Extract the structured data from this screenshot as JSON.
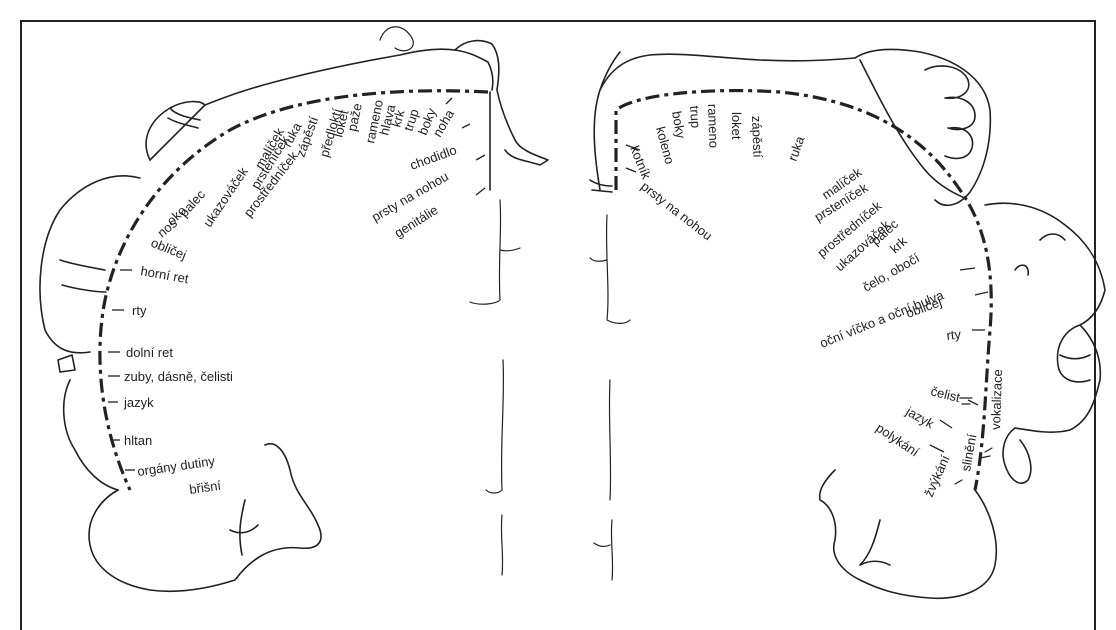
{
  "sensory": {
    "labels": [
      "genitálie",
      "prsty na nohou",
      "chodidlo",
      "noha",
      "boky",
      "trup",
      "krk",
      "hlava",
      "rameno",
      "paže",
      "loket",
      "předloktí",
      "zápěstí",
      "ruka",
      "malíček",
      "prsteníček",
      "prostředníček",
      "ukazováček",
      "palec",
      "oko",
      "nos",
      "obličej",
      "horní ret",
      "rty",
      "dolní ret",
      "zuby, dásně, čelisti",
      "jazyk",
      "hltan",
      "orgány dutiny",
      "břišní"
    ]
  },
  "motor": {
    "labels": [
      "prsty na nohou",
      "kotník",
      "koleno",
      "boky",
      "trup",
      "rameno",
      "loket",
      "zápěstí",
      "ruka",
      "malíček",
      "prsteníček",
      "prostředníček",
      "ukazováček",
      "palec",
      "krk",
      "čelo, obočí",
      "oční víčko a oční bulva",
      "obličej",
      "rty",
      "čelist",
      "jazyk",
      "polykání",
      "žvýkání",
      "slinění",
      "vokalizace"
    ]
  }
}
